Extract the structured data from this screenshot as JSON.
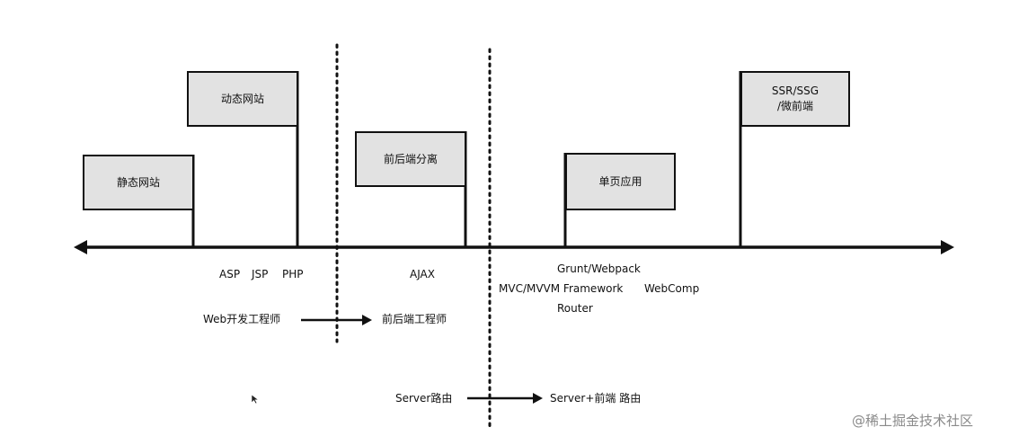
{
  "flags": [
    {
      "id": "static",
      "label": "静态网站"
    },
    {
      "id": "dynamic",
      "label": "动态网站"
    },
    {
      "id": "separation",
      "label": "前后端分离"
    },
    {
      "id": "spa",
      "label": "单页应用"
    },
    {
      "id": "ssr",
      "label": "SSR/SSG\n/微前端"
    }
  ],
  "tech_labels": {
    "asp": "ASP",
    "jsp": "JSP",
    "php": "PHP",
    "ajax": "AJAX",
    "grunt": "Grunt/Webpack",
    "mvc": "MVC/MVVM Framework",
    "webcomp": "WebComp",
    "router": "Router"
  },
  "transitions": {
    "role_from": "Web开发工程师",
    "role_to": "前后端工程师",
    "routing_from": "Server路由",
    "routing_to": "Server+前端 路由"
  },
  "watermark": "@稀土掘金技术社区",
  "colors": {
    "line": "#111111",
    "flag_fill": "#e2e2e2",
    "watermark": "#8a8a8a"
  },
  "icons": [
    "cursor-icon",
    "arrow-right-icon",
    "arrow-left-icon"
  ]
}
